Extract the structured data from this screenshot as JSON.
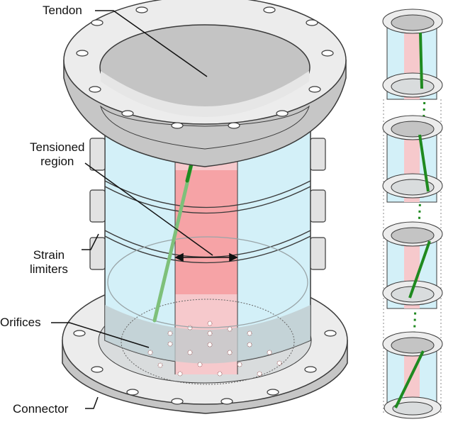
{
  "labels": {
    "tendon": "Tendon",
    "tensioned_region_line1": "Tensioned",
    "tensioned_region_line2": "region",
    "strain_limiters_line1": "Strain",
    "strain_limiters_line2": "limiters",
    "orifices": "Orifices",
    "connector": "Connector"
  },
  "colors": {
    "flange_fill": "#ececec",
    "flange_side": "#c6c6c6",
    "outline": "#3a3a3a",
    "tube_blue": "#d3f0f8",
    "tensioned_pink": "#f6a3a6",
    "tendon_green": "#1f8a1f",
    "leader_line": "#111111"
  },
  "icons": {
    "bolt_hole": "ellipse-hole",
    "orifice": "dotted-ring"
  }
}
